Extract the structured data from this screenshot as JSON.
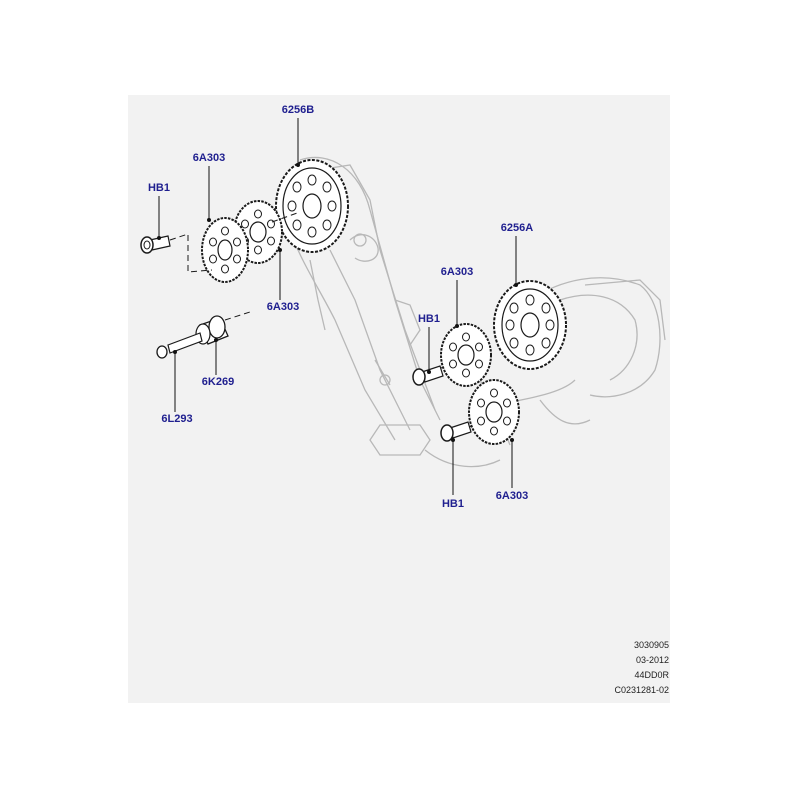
{
  "callouts": {
    "c_6256b": "6256B",
    "c_6a303_top_left": "6A303",
    "c_hb1_left": "HB1",
    "c_6a303_mid_left": "6A303",
    "c_6k269": "6K269",
    "c_6l293": "6L293",
    "c_6256a": "6256A",
    "c_6a303_right_upper": "6A303",
    "c_hb1_right_upper": "HB1",
    "c_hb1_right_lower": "HB1",
    "c_6a303_right_lower": "6A303"
  },
  "reference": {
    "line1": "3030905",
    "line2": "03-2012",
    "line3": "44DD0R",
    "line4": "C0231281-02"
  },
  "colors": {
    "callout_text": "#1f1f8f",
    "leader": "#111111",
    "panel_bg": "#f2f2f2",
    "ghost_engine": "#b8b8b8",
    "part_outline": "#1a1a1a"
  }
}
